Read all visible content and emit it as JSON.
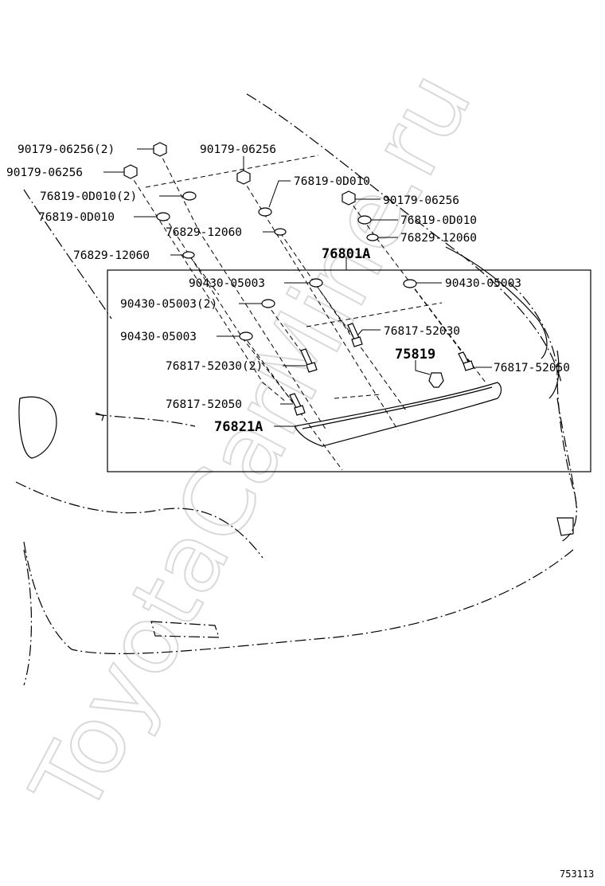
{
  "watermark": "ToyotaCarMine.ru",
  "diagram_id": "753113",
  "assembly_labels": {
    "main_assembly": "76801A",
    "spoiler": "76821A",
    "emblem": "75819"
  },
  "part_labels": [
    "90179-06256(2)",
    "90179-06256",
    "90179-06256",
    "76819-0D010(2)",
    "76819-0D010",
    "76829-12060",
    "76829-12060",
    "76819-0D010",
    "90179-06256",
    "76819-0D010",
    "76829-12060",
    "90430-05003",
    "90430-05003",
    "90430-05003(2)",
    "90430-05003",
    "76817-52030",
    "76817-52030(2)",
    "76817-52050",
    "76817-52050"
  ]
}
